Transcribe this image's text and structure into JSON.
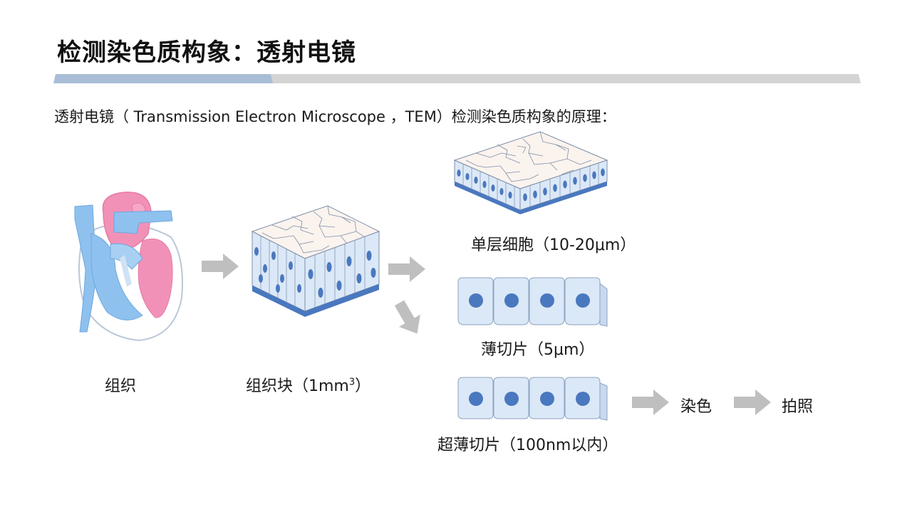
{
  "title": "检测染色质构象：透射电镜",
  "intro": "透射电镜（ Transmission Electron Microscope ，TEM）检测染色质构象的原理：",
  "labels": {
    "tissue": "组织",
    "tissue_block_prefix": "组织块（1mm",
    "tissue_block_sup": "3",
    "tissue_block_suffix": "）",
    "monolayer": "单层细胞（10-20μm）",
    "thin_section": "薄切片（5μm）",
    "ultrathin_section": "超薄切片（100nm以内）",
    "stain": "染色",
    "photograph": "拍照"
  },
  "colors": {
    "cell_fill": "#dbe8f7",
    "nucleus": "#4a78bf",
    "arrow": "#bfbfbf",
    "heart_pink": "#f291b8",
    "heart_blue": "#8ec1ee",
    "tile_fill": "#fbf3ee",
    "title_bar_gray": "#d4d4d4",
    "title_bar_blue": "#a9bed6"
  }
}
